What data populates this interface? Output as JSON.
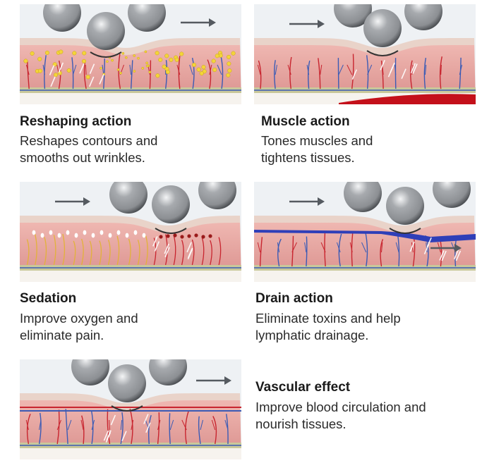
{
  "panels": [
    {
      "id": "reshaping",
      "title": "Reshaping action",
      "description": "Reshapes contours and smooths out wrinkles.",
      "variant": "fat-cells"
    },
    {
      "id": "muscle",
      "title": "Muscle action",
      "description": "Tones muscles and tightens tissues.",
      "variant": "muscle"
    },
    {
      "id": "sedation",
      "title": "Sedation",
      "description": "Improve oxygen and eliminate pain.",
      "variant": "sedation"
    },
    {
      "id": "drain",
      "title": "Drain action",
      "description": "Eliminate toxins and help lymphatic drainage.",
      "variant": "drain"
    },
    {
      "id": "vascular",
      "title": "Vascular effect",
      "description": "Improve blood circulation and nourish tissues.",
      "variant": "vascular"
    }
  ],
  "colors": {
    "skin": "#e8a9a4",
    "skin_dark": "#d98f8c",
    "epidermis": "#e9d3c9",
    "sky": "#eef1f4",
    "vein": "#3b5bb5",
    "artery": "#c8252f",
    "fat": "#f3d43a",
    "base": "#c9c89a",
    "muscle_red": "#c4101a",
    "lymph": "#2f3fb8",
    "ball": "#8c8f93",
    "arrow": "#555a60"
  },
  "icons": [
    "massage-roller-ball-icon",
    "direction-arrow-icon",
    "curved-motion-arrow-icon"
  ]
}
